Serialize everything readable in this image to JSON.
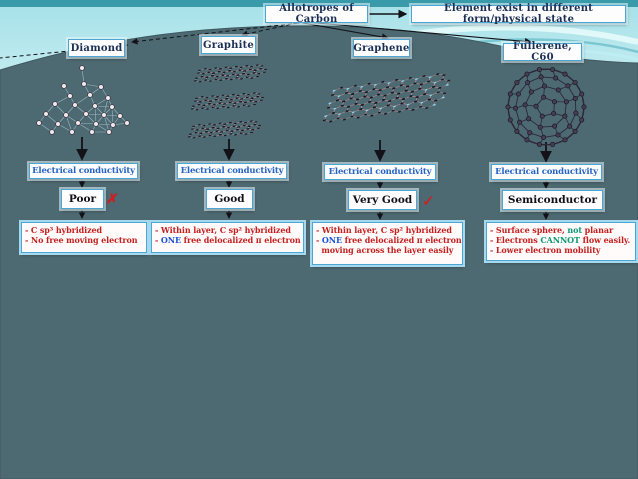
{
  "palette": {
    "red": "#c42020",
    "blue": "#1a52d6",
    "green": "#0b9a72",
    "accent_border": "#4aa6d4",
    "navy": "#1b2f55",
    "hill": "#4d6971"
  },
  "header": {
    "root_label": "Allotropes of Carbon",
    "definition_label": "Element exist in different form/physical state"
  },
  "columns": [
    {
      "name": "Diamond",
      "conductivity_label": "Electrical conductivity",
      "rating": "Poor",
      "mark": "✗",
      "notes": [
        [
          {
            "text": "- C sp³ hybridized",
            "color": "red"
          }
        ],
        [
          {
            "text": "- No free moving electron",
            "color": "red"
          }
        ]
      ]
    },
    {
      "name": "Graphite",
      "conductivity_label": "Electrical conductivity",
      "rating": "Good",
      "mark": "",
      "notes": [
        [
          {
            "text": "- Within layer, C sp² hybridized",
            "color": "red"
          }
        ],
        [
          {
            "text": "- ",
            "color": "red"
          },
          {
            "text": "ONE",
            "color": "blue"
          },
          {
            "text": " free delocalized π electron",
            "color": "red"
          }
        ]
      ]
    },
    {
      "name": "Graphene",
      "conductivity_label": "Electrical conductivity",
      "rating": "Very Good",
      "mark": "✓",
      "notes": [
        [
          {
            "text": "- Within layer, C sp² hybridized",
            "color": "red"
          }
        ],
        [
          {
            "text": "- ",
            "color": "red"
          },
          {
            "text": "ONE",
            "color": "blue"
          },
          {
            "text": " free delocalized π electron",
            "color": "red"
          }
        ],
        [
          {
            "text": "  moving across the layer easily",
            "color": "red"
          }
        ]
      ]
    },
    {
      "name": "Fullerene, C60",
      "conductivity_label": "Electrical conductivity",
      "rating": "Semiconductor",
      "mark": "",
      "notes": [
        [
          {
            "text": "- Surface sphere, ",
            "color": "red"
          },
          {
            "text": "not",
            "color": "green"
          },
          {
            "text": " planar",
            "color": "red"
          }
        ],
        [
          {
            "text": "- Electrons ",
            "color": "red"
          },
          {
            "text": "CANNOT",
            "color": "green"
          },
          {
            "text": " flow easily.",
            "color": "red"
          }
        ],
        [
          {
            "text": "- Lower electron mobility",
            "color": "red"
          }
        ]
      ]
    }
  ]
}
